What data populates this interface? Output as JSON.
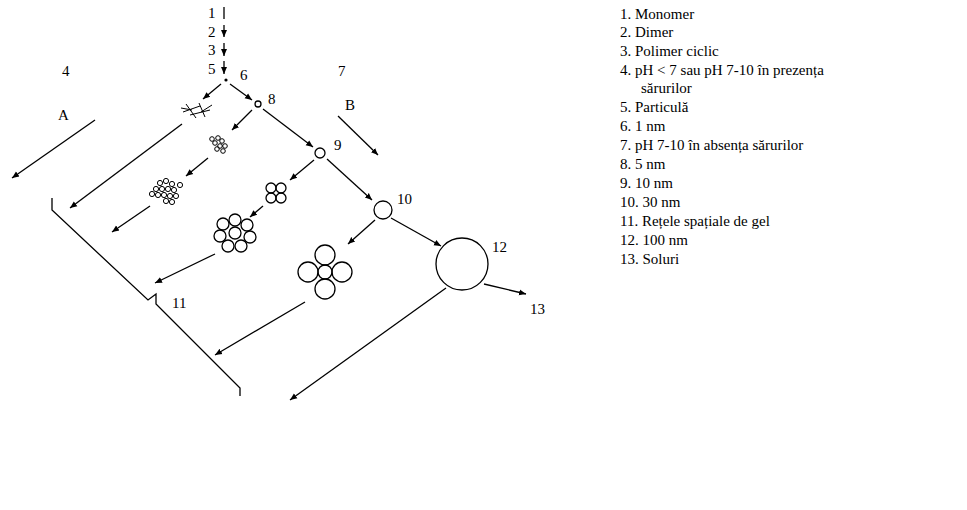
{
  "diagram": {
    "labels": [
      "1",
      "2",
      "3",
      "5",
      "6",
      "4",
      "A",
      "7",
      "B",
      "8",
      "9",
      "10",
      "12",
      "11",
      "13",
      "1. Monomer",
      "2. Dimer",
      "3. Polimer ciclic",
      "4. pH < 7 sau pH 7-10 în prezența sărurilor",
      "5. Particulă",
      "6. 1 nm",
      "7. pH 7-10 în absența sărurilor",
      "8. 5 nm",
      "9. 10 nm",
      "10. 30 nm",
      "11. Rețele spațiale de gel",
      "12. 100 nm",
      "13. Soluri"
    ]
  }
}
